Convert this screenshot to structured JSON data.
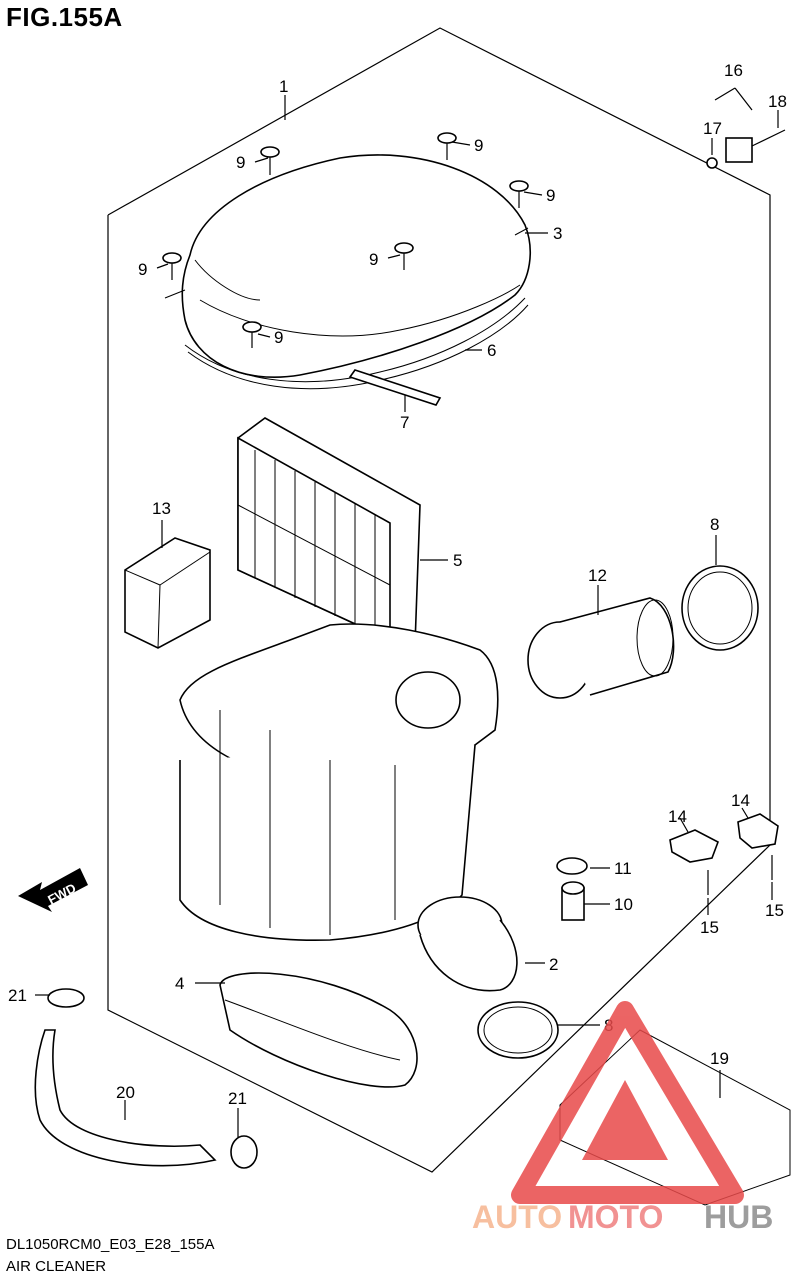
{
  "header": {
    "figure_title": "FIG.155A"
  },
  "footer": {
    "diagram_code": "DL1050RCM0_E03_E28_155A",
    "section_name": "AIR CLEANER"
  },
  "fwd_arrow": {
    "label": "FWD"
  },
  "callouts": [
    {
      "id": "c1",
      "text": "1"
    },
    {
      "id": "c2",
      "text": "2"
    },
    {
      "id": "c3",
      "text": "3"
    },
    {
      "id": "c4",
      "text": "4"
    },
    {
      "id": "c5",
      "text": "5"
    },
    {
      "id": "c6",
      "text": "6"
    },
    {
      "id": "c7",
      "text": "7"
    },
    {
      "id": "c8a",
      "text": "8"
    },
    {
      "id": "c8b",
      "text": "8"
    },
    {
      "id": "c9a",
      "text": "9"
    },
    {
      "id": "c9b",
      "text": "9"
    },
    {
      "id": "c9c",
      "text": "9"
    },
    {
      "id": "c9d",
      "text": "9"
    },
    {
      "id": "c9e",
      "text": "9"
    },
    {
      "id": "c9f",
      "text": "9"
    },
    {
      "id": "c10",
      "text": "10"
    },
    {
      "id": "c11",
      "text": "11"
    },
    {
      "id": "c12",
      "text": "12"
    },
    {
      "id": "c13",
      "text": "13"
    },
    {
      "id": "c14a",
      "text": "14"
    },
    {
      "id": "c14b",
      "text": "14"
    },
    {
      "id": "c15a",
      "text": "15"
    },
    {
      "id": "c15b",
      "text": "15"
    },
    {
      "id": "c16",
      "text": "16"
    },
    {
      "id": "c17",
      "text": "17"
    },
    {
      "id": "c18",
      "text": "18"
    },
    {
      "id": "c19",
      "text": "19"
    },
    {
      "id": "c20",
      "text": "20"
    },
    {
      "id": "c21a",
      "text": "21"
    },
    {
      "id": "c21b",
      "text": "21"
    }
  ],
  "watermark": {
    "part1": "AUTO",
    "part2": "MOTO",
    "part3": "HUB",
    "triangle_color": "#e84a4a"
  }
}
